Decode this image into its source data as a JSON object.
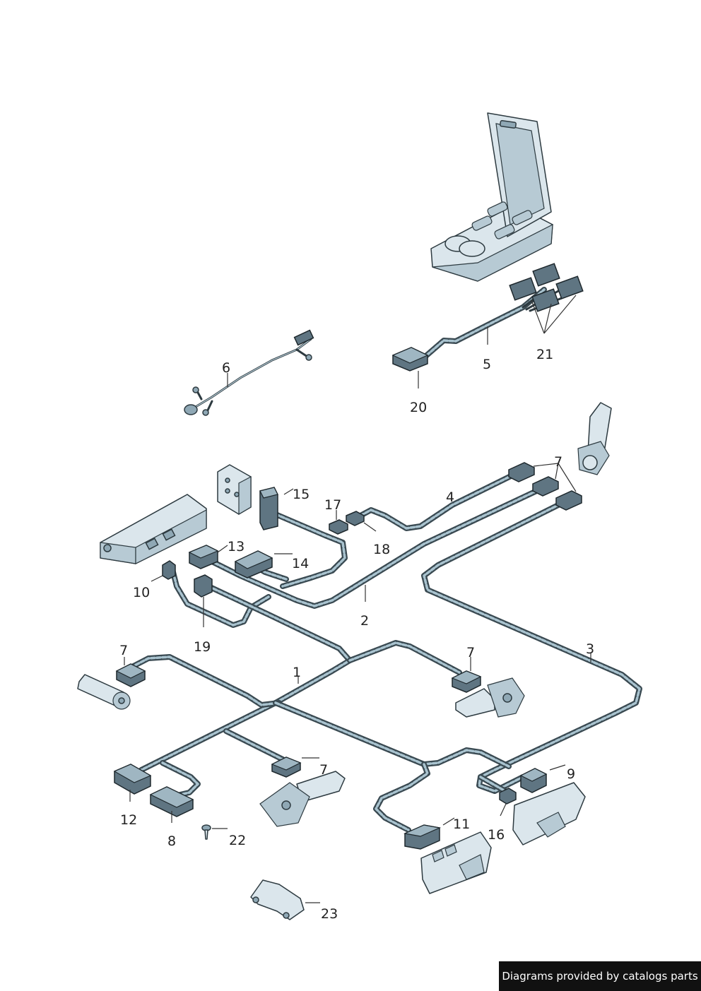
{
  "callouts": {
    "c1": "1",
    "c2": "2",
    "c3": "3",
    "c4": "4",
    "c5": "5",
    "c6": "6",
    "c7a": "7",
    "c7b": "7",
    "c7c": "7",
    "c7d": "7",
    "c8": "8",
    "c9": "9",
    "c10": "10",
    "c11": "11",
    "c12": "12",
    "c13": "13",
    "c14": "14",
    "c15": "15",
    "c16": "16",
    "c17": "17",
    "c18": "18",
    "c19": "19",
    "c20": "20",
    "c21": "21",
    "c22": "22",
    "c23": "23"
  },
  "footer": {
    "text": "Diagrams provided by catalogs parts"
  }
}
